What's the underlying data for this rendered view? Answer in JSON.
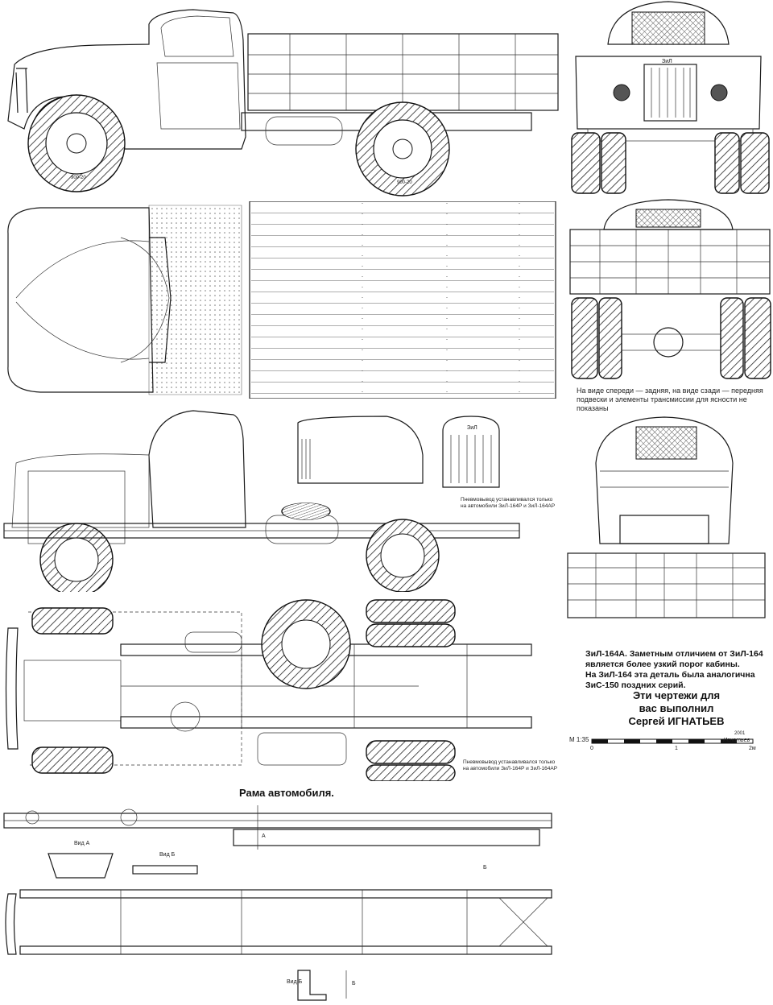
{
  "notes": {
    "views_note_line1": "На виде спереди — задняя, на виде сзади — передняя",
    "views_note_line2": "подвески и элементы трансмиссии для ясности не показаны",
    "pneumo_note_1_line1": "Пневмовывод устанавливался только",
    "pneumo_note_1_line2": "на автомобили ЗиЛ-164Р и ЗиЛ-164АР",
    "pneumo_note_2_line1": "Пневмовывод устанавливался только",
    "pneumo_note_2_line2": "на автомобили ЗиЛ-164Р и ЗиЛ-164АР"
  },
  "description": {
    "line1": "ЗиЛ-164А. Заметным отличием от ЗиЛ-164",
    "line2": "является более узкий порог кабины.",
    "line3": "На ЗиЛ-164 эта деталь была аналогична",
    "line4": "ЗиС-150 поздних серий."
  },
  "credit": {
    "line1": "Эти чертежи для",
    "line2": "вас выполнил",
    "line3": "Сергей ИГНАТЬЕВ"
  },
  "scale": {
    "label": "М 1:35",
    "tick_0": "0",
    "tick_1": "1",
    "tick_2": "2м",
    "year": "2001",
    "signature": "Игнатьев"
  },
  "frame": {
    "title": "Рама автомобиля.",
    "view_a": "Вид А",
    "view_b": "Вид Б",
    "view_b2": "Вид Б",
    "mark_a": "А",
    "mark_b": "Б",
    "mark_b2": "Б"
  },
  "grille_badge": "ЗиЛ",
  "tire_label": "900-20"
}
